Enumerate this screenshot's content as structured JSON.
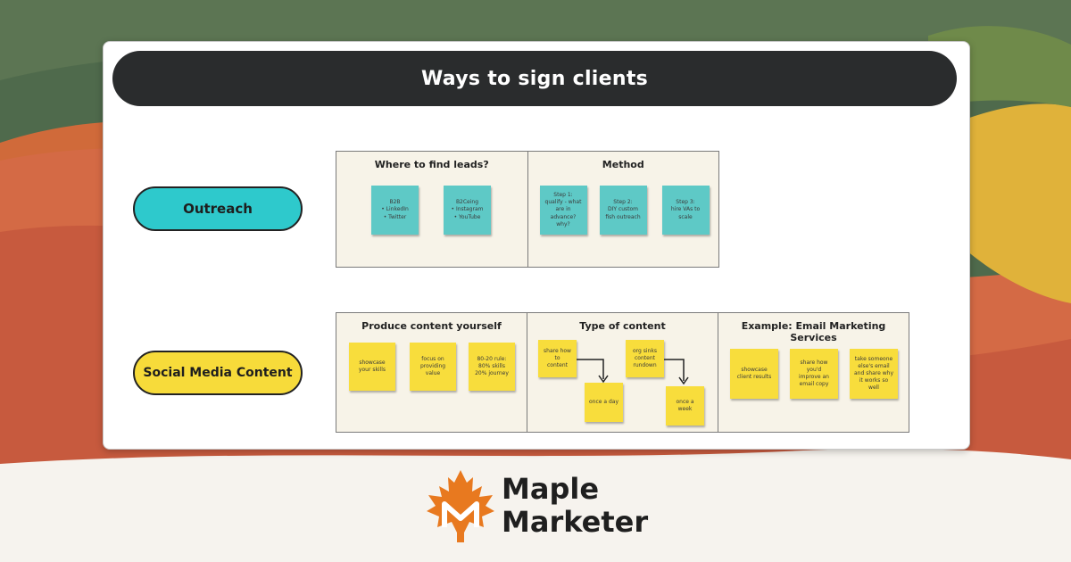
{
  "colors": {
    "title_bar": "#2a2c2d",
    "outreach_pill": "#2ec9cc",
    "social_pill": "#f7db3a",
    "sticky_teal": "#5ec9c6",
    "sticky_yellow": "#f8dd3c",
    "brand_orange": "#e8791f",
    "page_background": "#f6f3ee"
  },
  "diagram": {
    "title": "Ways to sign clients",
    "rows": [
      {
        "label": "Outreach",
        "panels": [
          {
            "title": "Where to find leads?",
            "notes": [
              "B2B\n• LinkedIn\n• Twitter",
              "B2Ceing\n• Instagram\n• YouTube"
            ]
          },
          {
            "title": "Method",
            "notes": [
              "Step 1:\nqualify - what\nare in advance?\nwhy?",
              "Step 2:\nDIY custom\nfish outreach",
              "Step 3:\nhire VAs to\nscale"
            ]
          }
        ]
      },
      {
        "label": "Social Media Content",
        "panels": [
          {
            "title": "Produce content yourself",
            "notes": [
              "showcase\nyour skills",
              "focus on\nproviding\nvalue",
              "80-20 rule:\n80% skills\n20% journey"
            ]
          },
          {
            "title": "Type of content",
            "notes": [
              "share how to\ncontent",
              "once a day",
              "org sinks\ncontent\nrundown",
              "once a week"
            ]
          },
          {
            "title": "Example: Email Marketing Services",
            "notes": [
              "showcase\nclient results",
              "share how\nyou'd\nimprove an\nemail copy",
              "take someone\nelse's email\nand share why\nit works so\nwell"
            ]
          }
        ]
      }
    ]
  },
  "brand": {
    "line1": "Maple",
    "line2": "Marketer",
    "logo_icon": "maple-leaf-m-icon"
  }
}
